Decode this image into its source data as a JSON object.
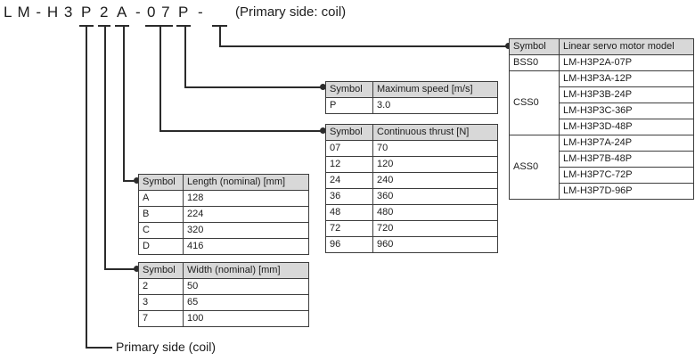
{
  "model_code": {
    "prefix": "L M - H 3",
    "primary_symbol": "P",
    "width_symbol": "2",
    "length_symbol": "A",
    "dash1": "-",
    "thrust_symbol": "0 7",
    "speed_symbol": "P",
    "dash2": "-",
    "note": "(Primary side: coil)"
  },
  "footer": {
    "primary_side_label": "Primary side (coil)"
  },
  "tables": {
    "model": {
      "headers": [
        "Symbol",
        "Linear servo motor model"
      ],
      "groups": [
        {
          "symbol": "BSS0",
          "models": [
            "LM-H3P2A-07P"
          ]
        },
        {
          "symbol": "CSS0",
          "models": [
            "LM-H3P3A-12P",
            "LM-H3P3B-24P",
            "LM-H3P3C-36P",
            "LM-H3P3D-48P"
          ]
        },
        {
          "symbol": "ASS0",
          "models": [
            "LM-H3P7A-24P",
            "LM-H3P7B-48P",
            "LM-H3P7C-72P",
            "LM-H3P7D-96P"
          ]
        }
      ]
    },
    "speed": {
      "headers": [
        "Symbol",
        "Maximum speed [m/s]"
      ],
      "rows": [
        [
          "P",
          "3.0"
        ]
      ]
    },
    "thrust": {
      "headers": [
        "Symbol",
        "Continuous thrust [N]"
      ],
      "rows": [
        [
          "07",
          "70"
        ],
        [
          "12",
          "120"
        ],
        [
          "24",
          "240"
        ],
        [
          "36",
          "360"
        ],
        [
          "48",
          "480"
        ],
        [
          "72",
          "720"
        ],
        [
          "96",
          "960"
        ]
      ]
    },
    "length": {
      "headers": [
        "Symbol",
        "Length (nominal) [mm]"
      ],
      "rows": [
        [
          "A",
          "128"
        ],
        [
          "B",
          "224"
        ],
        [
          "C",
          "320"
        ],
        [
          "D",
          "416"
        ]
      ]
    },
    "width": {
      "headers": [
        "Symbol",
        "Width (nominal) [mm]"
      ],
      "rows": [
        [
          "2",
          "50"
        ],
        [
          "3",
          "65"
        ],
        [
          "7",
          "100"
        ]
      ]
    }
  },
  "colors": {
    "header_bg": "#d8d8d8",
    "line": "#2b2b2b",
    "text": "#1c1c1c"
  }
}
